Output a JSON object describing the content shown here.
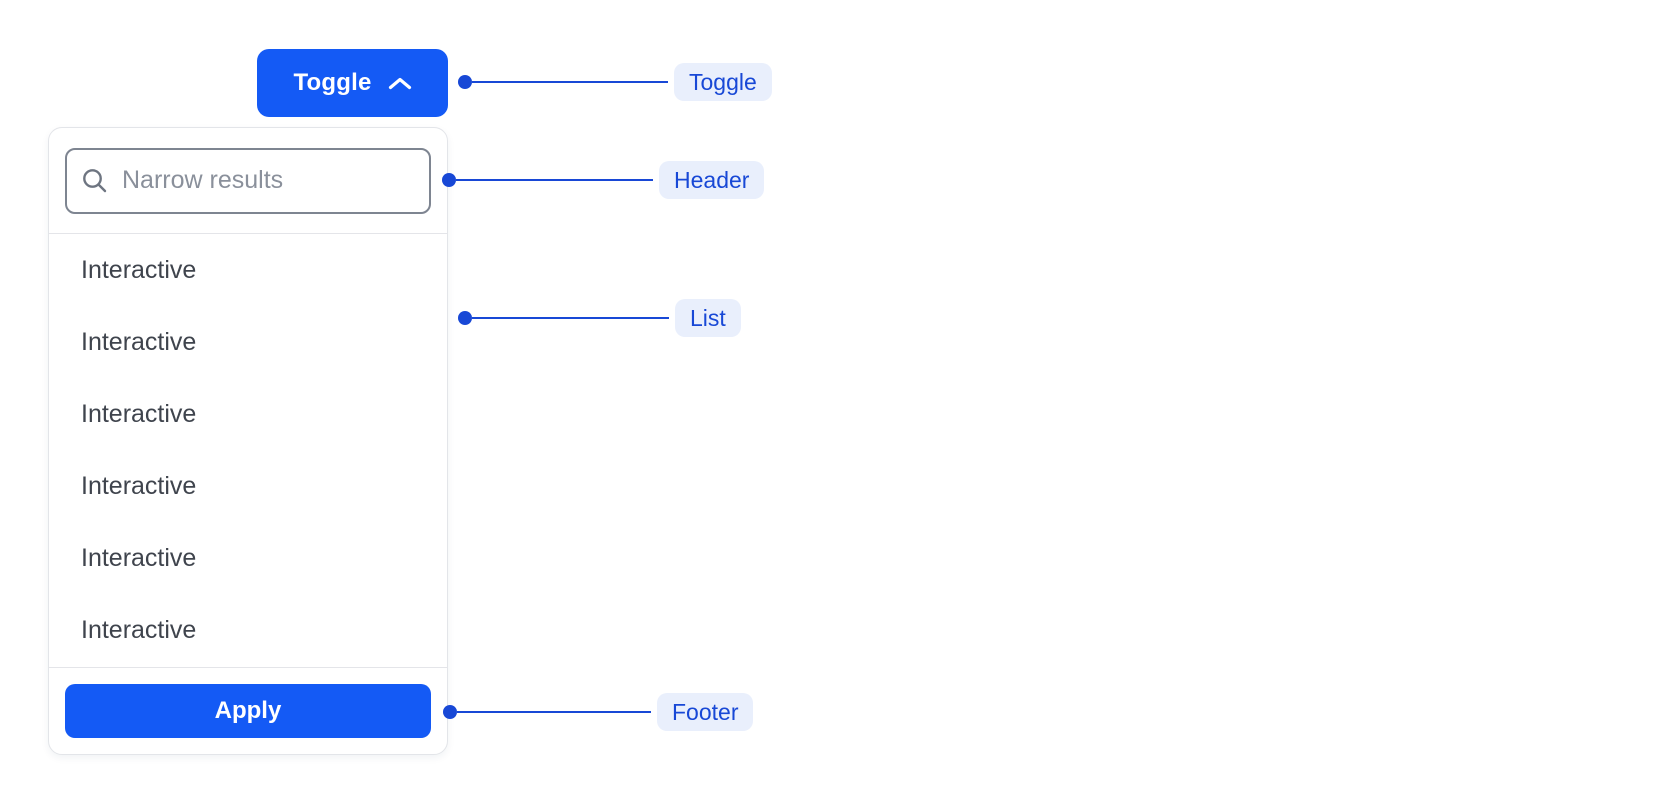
{
  "toggle_button": {
    "label": "Toggle",
    "icon": "chevron-up-icon"
  },
  "dropdown": {
    "header": {
      "search_placeholder": "Narrow results",
      "icon": "search-icon"
    },
    "items": [
      {
        "label": "Interactive"
      },
      {
        "label": "Interactive"
      },
      {
        "label": "Interactive"
      },
      {
        "label": "Interactive"
      },
      {
        "label": "Interactive"
      },
      {
        "label": "Interactive"
      }
    ],
    "footer": {
      "apply_label": "Apply"
    }
  },
  "annotations": [
    {
      "label": "Toggle"
    },
    {
      "label": "Header"
    },
    {
      "label": "List"
    },
    {
      "label": "Footer"
    }
  ],
  "colors": {
    "primary_blue": "#145AF5",
    "annotation_blue": "#1848D6",
    "annotation_pill_bg": "#E9EFFC",
    "item_text": "#3F444D",
    "placeholder_text": "#8A909B",
    "input_border": "#7E8591",
    "panel_border": "#E3E5E9",
    "divider": "#E4E5E9",
    "background": "#FFFFFF"
  }
}
